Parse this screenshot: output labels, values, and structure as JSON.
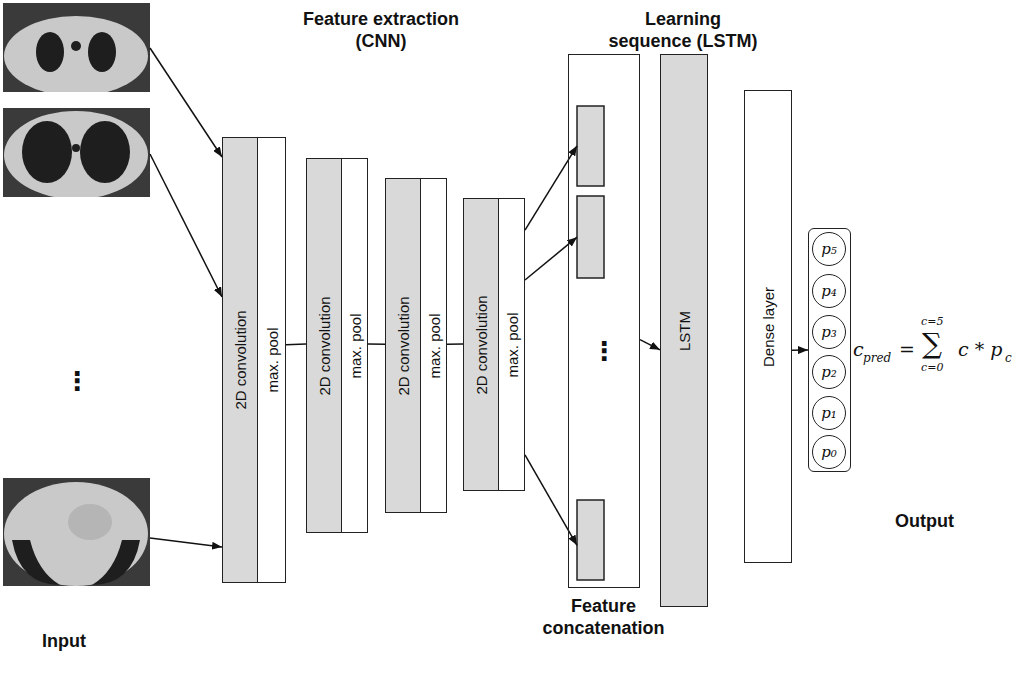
{
  "diagram": {
    "nodes": [
      {
        "text": [
          "2D convolution"
        ]
      },
      {
        "text": [
          "max. pool"
        ]
      },
      {
        "text": [
          "2D convolution"
        ]
      },
      {
        "text": [
          "max. pool"
        ]
      },
      {
        "text": [
          "2D convolution"
        ]
      },
      {
        "text": [
          "max. pool"
        ]
      },
      {
        "text": [
          "2D convolution"
        ]
      },
      {
        "text": [
          "max. pool"
        ]
      },
      {
        "text": [
          "⋮",
          "Feature concatenation"
        ]
      },
      {
        "text": [
          "LSTM"
        ]
      },
      {
        "text": [
          "Dense layer"
        ]
      },
      {
        "text": [
          "Output"
        ]
      },
      {
        "text": [
          "p₅"
        ],
        "in": 11
      },
      {
        "text": [
          "p₄"
        ],
        "in": 11
      },
      {
        "text": [
          "p₃"
        ],
        "in": 11
      },
      {
        "text": [
          "p₂"
        ],
        "in": 11
      },
      {
        "text": [
          "p₁"
        ],
        "in": 11
      },
      {
        "text": [
          "p₀"
        ],
        "in": 11
      }
    ],
    "edges": [
      {
        "from": 1,
        "to": 2,
        "arrow": "none"
      },
      {
        "from": 3,
        "to": 4,
        "arrow": "none"
      },
      {
        "from": 5,
        "to": 6,
        "arrow": "none"
      },
      {
        "from": 7,
        "to": 8,
        "arrow": "to"
      },
      {
        "from": 7,
        "to": 8,
        "arrow": "to"
      },
      {
        "from": 7,
        "to": 8,
        "arrow": "to"
      },
      {
        "from": 8,
        "to": 9,
        "arrow": "to"
      },
      {
        "from": 10,
        "to": 11,
        "arrow": "to"
      }
    ],
    "labels": [
      "Feature extraction (CNN)",
      "Learning sequence (LSTM)",
      "⋮",
      "Input",
      "c",
      "pred",
      "=",
      "c=5",
      "∑",
      "c=0",
      "c * p",
      "c"
    ]
  }
}
